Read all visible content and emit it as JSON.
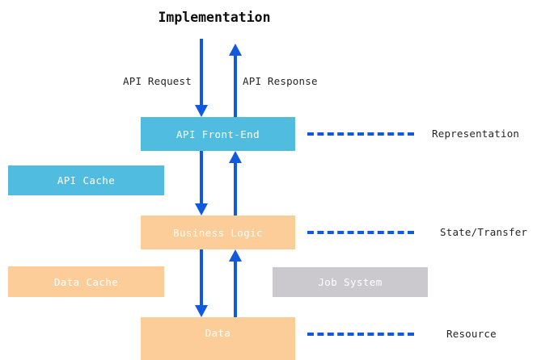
{
  "diagram": {
    "title": "Implementation",
    "colors": {
      "blue_box": "#4fbce0",
      "peach_box": "#fccd98",
      "gray_box": "#ccc9ce",
      "arrow": "#1159dd",
      "text_on_box": "#ffffff",
      "text_label": "#262626",
      "background": "#ffffff"
    },
    "boxes": [
      {
        "id": "api-front-end",
        "label": "API Front-End",
        "color": "#4fbce0"
      },
      {
        "id": "api-cache",
        "label": "API Cache",
        "color": "#4fbce0"
      },
      {
        "id": "business-logic",
        "label": "Business Logic",
        "color": "#fccd98"
      },
      {
        "id": "data-cache",
        "label": "Data Cache",
        "color": "#fccd98"
      },
      {
        "id": "job-system",
        "label": "Job System",
        "color": "#ccc9ce"
      },
      {
        "id": "data",
        "label": "Data",
        "color": "#fccd98"
      }
    ],
    "arrow_labels": {
      "request": "API Request",
      "response": "API Response"
    },
    "side_labels": [
      {
        "id": "representation",
        "label": "Representation",
        "connects_to": "api-front-end"
      },
      {
        "id": "state-transfer",
        "label": "State/Transfer",
        "connects_to": "business-logic"
      },
      {
        "id": "resource",
        "label": "Resource",
        "connects_to": "data"
      }
    ]
  }
}
